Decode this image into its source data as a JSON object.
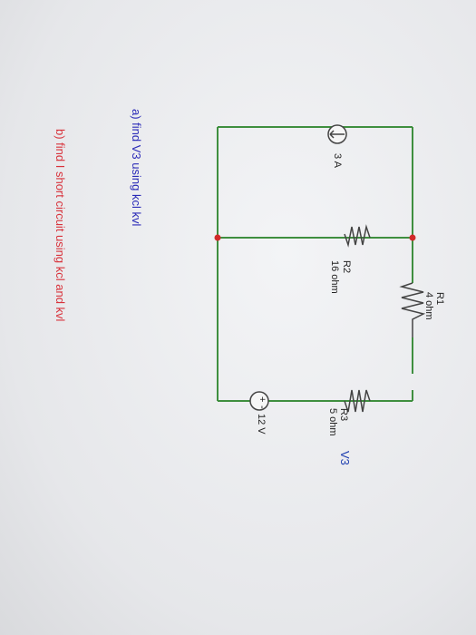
{
  "circuit": {
    "r1": {
      "name": "R1",
      "value": "4 ohm"
    },
    "r2": {
      "name": "R2",
      "value": "16 ohm"
    },
    "r3": {
      "name": "R3",
      "value": "5 ohm"
    },
    "current_source": {
      "value": "3 A"
    },
    "voltage_source": {
      "value": "12 V",
      "plus": "+",
      "minus": "-"
    },
    "v3_label": "V3"
  },
  "questions": {
    "a": "a) find V3 using kcl kvl",
    "b": "b) find I short circuit using kcl and kvl"
  },
  "colors": {
    "wire": "#3f8f3f",
    "node": "#d12a2a",
    "question_a": "#2c2cb8",
    "question_b": "#d8333c"
  }
}
